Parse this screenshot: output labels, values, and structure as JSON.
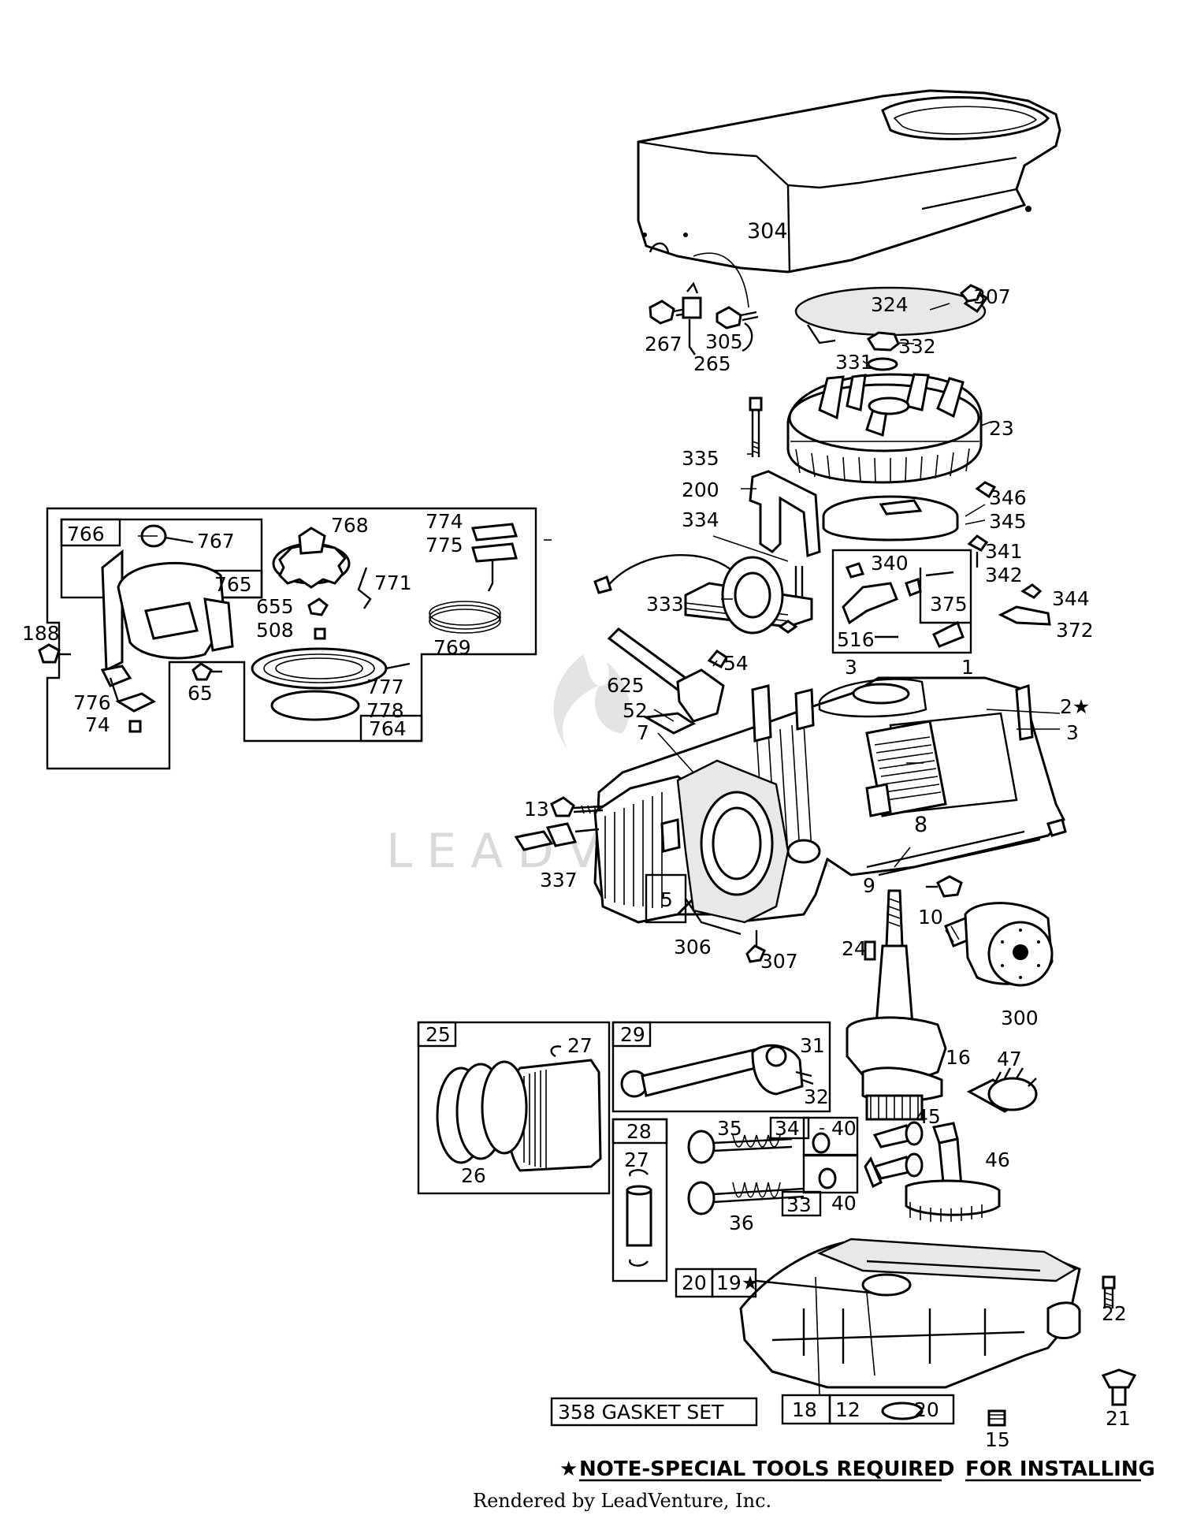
{
  "diagram": {
    "watermark": "LEADVENTURE",
    "footer": "Rendered by LeadVenture, Inc.",
    "note": {
      "star": "★",
      "text": "NOTE-SPECIAL TOOLS REQUIRED",
      "suffix": "FOR INSTALLING"
    },
    "gasket_set": "358 GASKET SET",
    "boxed_labels": {
      "b1": "1",
      "b2": "2★",
      "b3": "3",
      "b375": "375",
      "b516": "516",
      "b764": "764",
      "b765": "765",
      "b766": "766",
      "b25": "25",
      "b29": "29",
      "b28": "28",
      "b34": "34",
      "b33": "33",
      "b20": "20",
      "b19": "19★",
      "b18": "18",
      "b12": "12",
      "b20b": "20",
      "b3top": "3",
      "b40": "40",
      "b5": "5"
    },
    "labels": {
      "l304": "304",
      "l307a": "307",
      "l324": "324",
      "l332": "332",
      "l331": "331",
      "l23": "23",
      "l267": "267",
      "l305": "305",
      "l265": "265",
      "l335": "335",
      "l200": "200",
      "l334": "334",
      "l346": "346",
      "l345": "345",
      "l341": "341",
      "l340": "340",
      "l342": "342",
      "l344": "344",
      "l372": "372",
      "l333": "333",
      "l54": "54",
      "l625": "625",
      "l52": "52",
      "l7": "7",
      "l13": "13",
      "l8": "8",
      "l337": "337",
      "l9": "9",
      "l10": "10",
      "l306": "306",
      "l307b": "307",
      "l24": "24",
      "l300": "300",
      "l16": "16",
      "l47": "47",
      "l45": "45",
      "l46": "46",
      "l27a": "27",
      "l26": "26",
      "l31": "31",
      "l32": "32",
      "l35": "35",
      "l40a": "40",
      "l36": "36",
      "l27b": "27",
      "l22": "22",
      "l21": "21",
      "l15": "15",
      "l767": "767",
      "l768": "768",
      "l774": "774",
      "l775": "775",
      "l771": "771",
      "l655": "655",
      "l508": "508",
      "l769": "769",
      "l188": "188",
      "l65": "65",
      "l777": "777",
      "l778": "778",
      "l776": "776",
      "l74": "74"
    }
  }
}
